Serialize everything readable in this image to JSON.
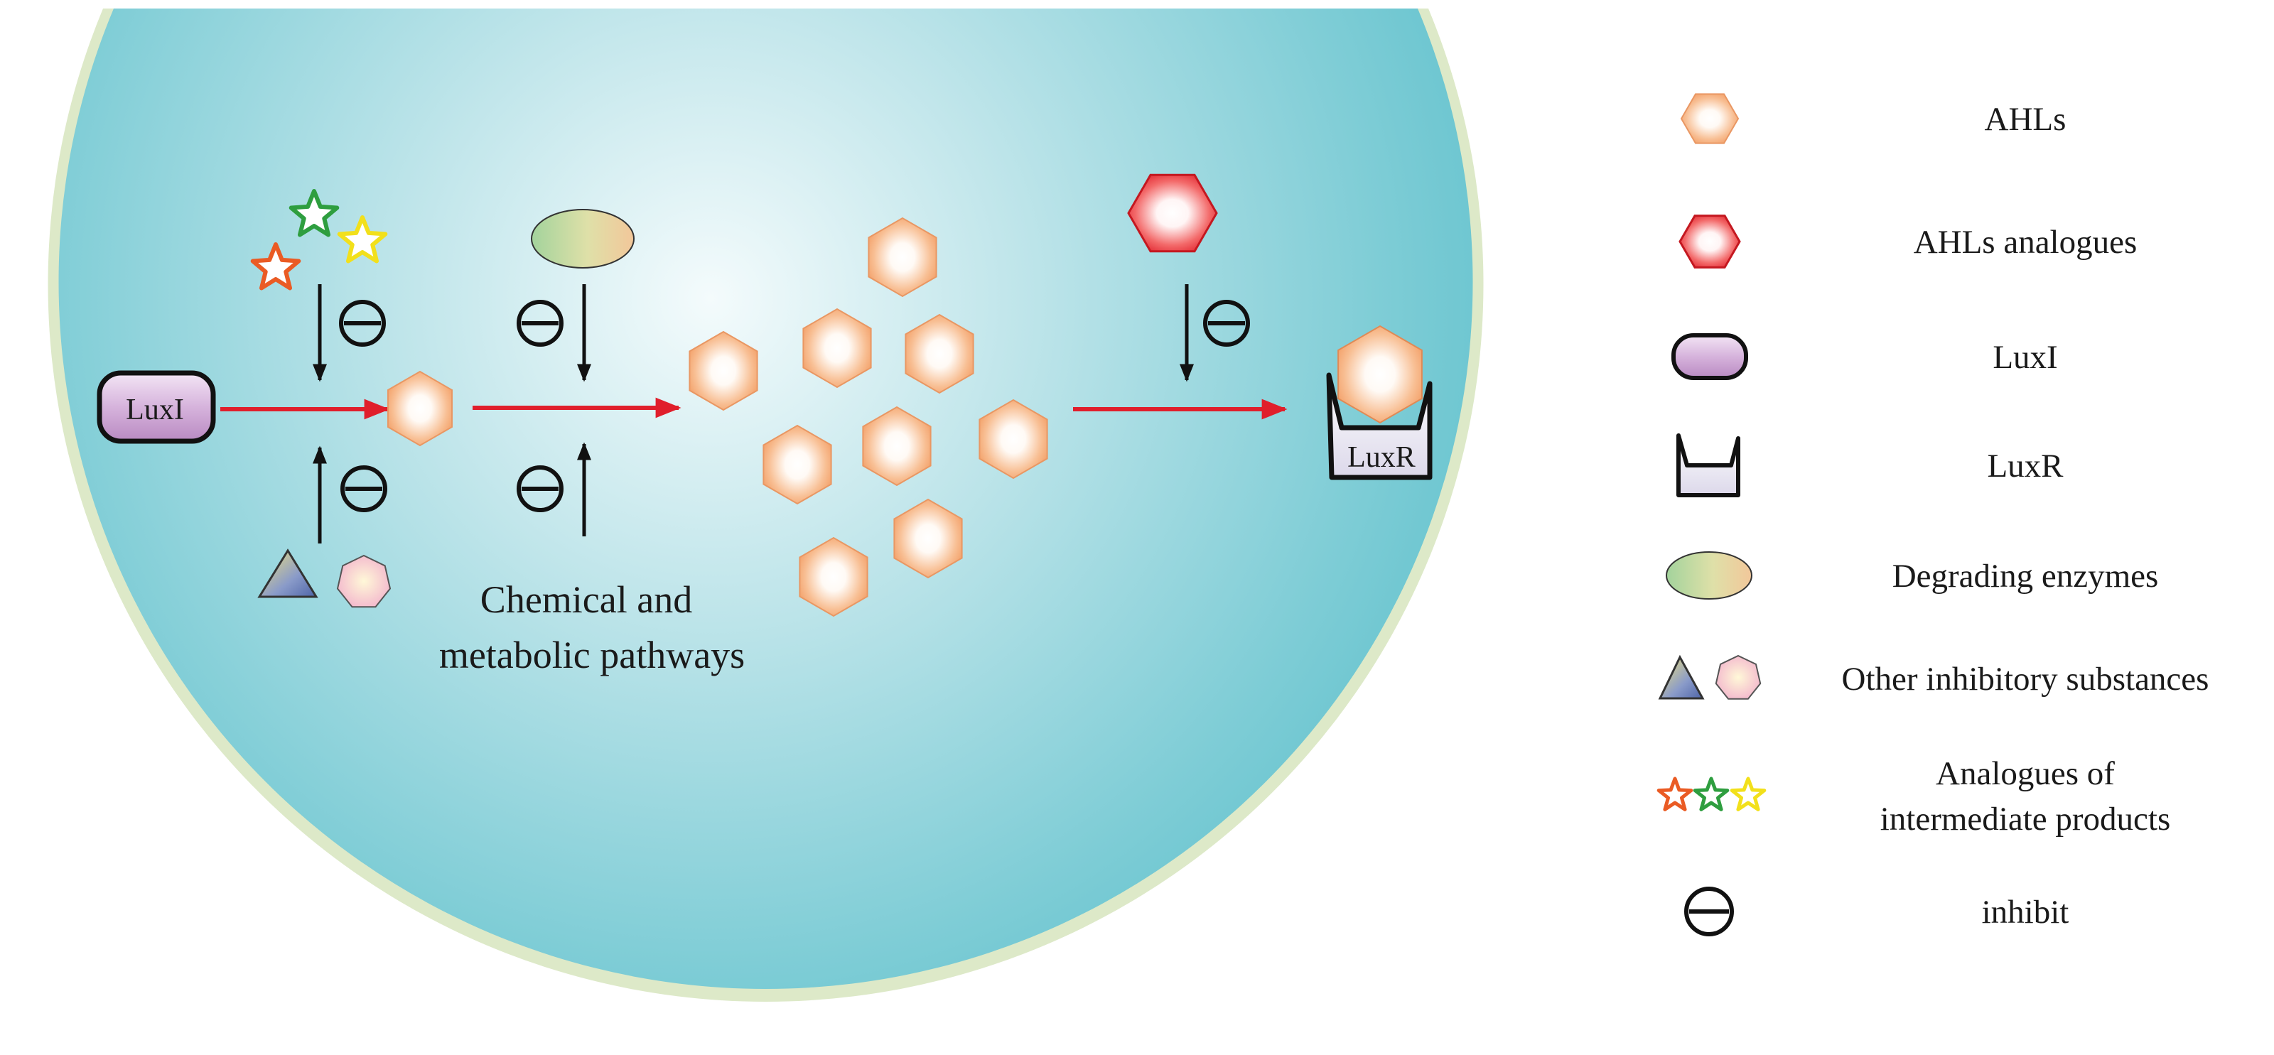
{
  "diagram": {
    "luxi_box_label": "LuxI",
    "luxr_box_label": "LuxR",
    "pathway_caption_line1": "Chemical and",
    "pathway_caption_line2": "metabolic pathways"
  },
  "legend": {
    "items": [
      {
        "icon": "ahl-hexagon-icon",
        "lines": [
          "AHLs"
        ]
      },
      {
        "icon": "ahl-analogue-hexagon-icon",
        "lines": [
          "AHLs  analogues"
        ]
      },
      {
        "icon": "luxi-rounded-box-icon",
        "lines": [
          "LuxI"
        ]
      },
      {
        "icon": "luxr-receptor-icon",
        "lines": [
          "LuxR"
        ]
      },
      {
        "icon": "degrading-enzyme-ellipse-icon",
        "lines": [
          "Degrading enzymes"
        ]
      },
      {
        "icon": "triangle-and-heptagon-icon",
        "lines": [
          "Other inhibitory substances"
        ]
      },
      {
        "icon": "three-stars-icon",
        "lines": [
          "Analogues of",
          "intermediate products"
        ]
      },
      {
        "icon": "inhibit-circle-minus-icon",
        "lines": [
          "inhibit"
        ]
      }
    ]
  },
  "colors": {
    "cell_center": "#f4fbfc",
    "cell_edge": "#5dc0cc",
    "cell_border": "#d8e8c4",
    "arrow_red": "#e01e2b",
    "ahl_fill": "#f4a06b",
    "ahl_analogue_fill": "#e01e2b",
    "luxi_fill": "#c89bd1",
    "luxr_fill": "#e9e7f2",
    "enzyme_fill_a": "#a7d39a",
    "enzyme_fill_b": "#f1cf9a",
    "star_orange": "#ea5b24",
    "star_green": "#2e9e3f",
    "star_yellow": "#f2e01b",
    "triangle_fill": "#6b7fb8",
    "heptagon_fill": "#f2bcd0"
  }
}
